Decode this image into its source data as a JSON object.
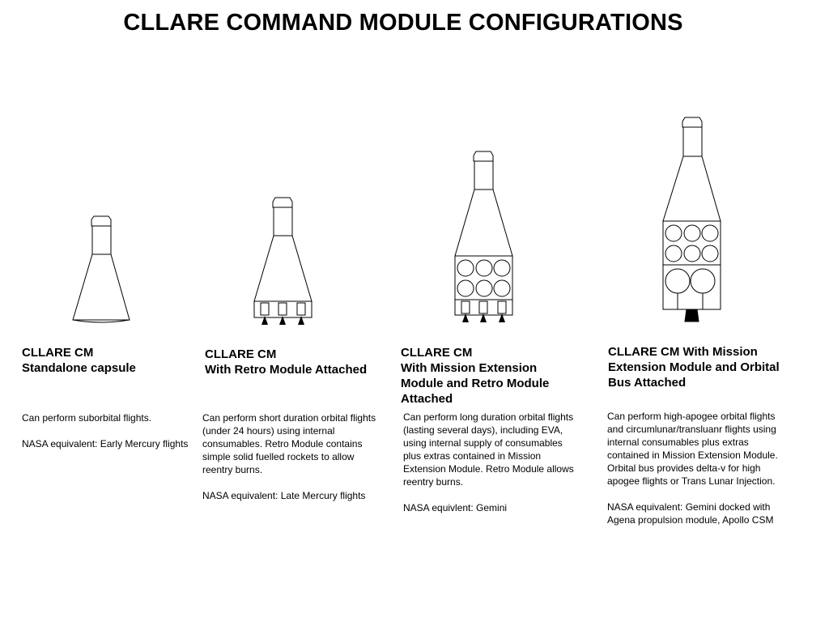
{
  "title": "CLLARE COMMAND MODULE CONFIGURATIONS",
  "configurations": [
    {
      "heading": [
        "CLLARE CM",
        "Standalone capsule"
      ],
      "description": "Can perform suborbital flights.",
      "nasa_equivalent": "NASA equivalent: Early Mercury flights"
    },
    {
      "heading": [
        "CLLARE CM",
        "With Retro Module Attached"
      ],
      "description": "Can perform short duration orbital flights (under 24 hours) using internal consumables.  Retro Module contains simple solid fuelled rockets to allow reentry burns.",
      "nasa_equivalent": "NASA equivalent: Late Mercury flights"
    },
    {
      "heading": [
        "CLLARE CM",
        "With Mission Extension",
        "Module and Retro Module",
        "Attached"
      ],
      "description": "Can perform long duration orbital flights (lasting several days), including EVA, using internal supply of consumables plus extras contained in Mission Extension Module.  Retro Module allows reentry burns.",
      "nasa_equivalent": "NASA equivlent: Gemini"
    },
    {
      "heading": [
        "CLLARE CM With Mission",
        "Extension Module and Orbital",
        "Bus Attached"
      ],
      "description": "Can perform high-apogee orbital flights and circumlunar/transluanr flights using internal consumables plus extras contained in Mission Extension Module.  Orbital bus provides delta-v for high apogee flights or Trans Lunar Injection.",
      "nasa_equivalent": "NASA equivalent: Gemini docked with Agena propulsion module, Apollo CSM"
    }
  ]
}
